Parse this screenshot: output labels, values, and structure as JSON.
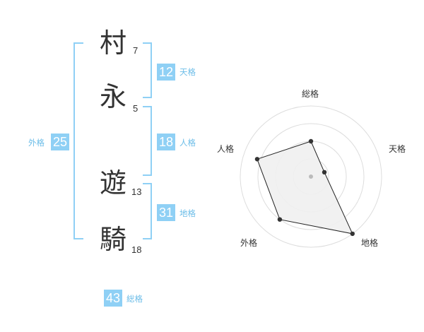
{
  "name_chars": [
    {
      "char": "村",
      "strokes": "7"
    },
    {
      "char": "永",
      "strokes": "5"
    },
    {
      "char": "遊",
      "strokes": "13"
    },
    {
      "char": "騎",
      "strokes": "18"
    }
  ],
  "grids": {
    "tenkaku": {
      "value": "12",
      "label": "天格"
    },
    "jinkaku": {
      "value": "18",
      "label": "人格"
    },
    "chikaku": {
      "value": "31",
      "label": "地格"
    },
    "gaikaku": {
      "value": "25",
      "label": "外格"
    },
    "soukaku": {
      "value": "43",
      "label": "総格"
    }
  },
  "radar": {
    "axes": [
      "総格",
      "天格",
      "地格",
      "外格",
      "人格"
    ],
    "values": [
      0.5,
      0.2,
      1.0,
      0.75,
      0.8
    ],
    "rings": 4,
    "colors": {
      "ring": "#dddddd",
      "fill": "#efefef",
      "stroke": "#222222",
      "point": "#333333",
      "center": "#bbbbbb"
    }
  },
  "colors": {
    "accent": "#8fd0f5",
    "accent_text": "#6cbde8"
  }
}
